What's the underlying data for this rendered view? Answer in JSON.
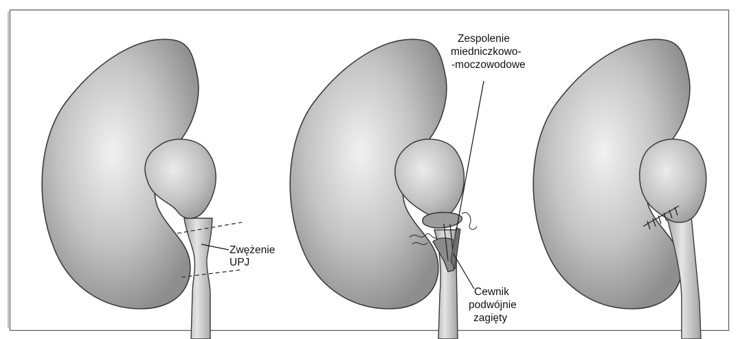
{
  "labels": {
    "stenosis_line1": "Zwężenie",
    "stenosis_line2": "UPJ",
    "anastomosis_line1": "Zespolenie",
    "anastomosis_line2": "miedniczkowo-",
    "anastomosis_line3": "-moczowodowe",
    "stent_line1": "Cewnik",
    "stent_line2": "podwójnie",
    "stent_line3": "zagięty"
  },
  "colors": {
    "organ_light": "#efefef",
    "organ_mid": "#bdbdbd",
    "organ_dark": "#8d8d8d",
    "outline": "#3a3a3a",
    "border": "#555555"
  },
  "icons": {
    "organ": "kidney-icon",
    "suture": "suture-icon",
    "stent": "double-j-stent-icon"
  }
}
